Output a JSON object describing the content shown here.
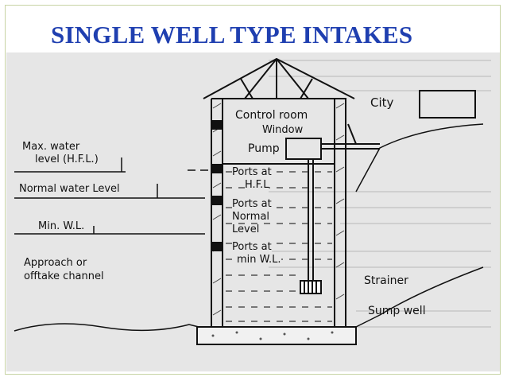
{
  "slide": {
    "title": "SINGLE WELL TYPE INTAKES",
    "title_color": "#1f3fb0"
  },
  "diagram": {
    "labels": {
      "control_room": "Control room",
      "window": "Window",
      "pump": "Pump",
      "city": "City",
      "max_water_level_1": "Max. water",
      "max_water_level_2": "level (H.F.L.)",
      "normal_water_level": "Normal water Level",
      "ports_hfl_1": "Ports at",
      "ports_hfl_2": "H.F.L",
      "ports_normal_1": "Ports at",
      "ports_normal_2": "Normal",
      "ports_normal_3": "Level",
      "min_wl": "Min. W.L.",
      "ports_min_1": "Ports at",
      "ports_min_2": "min W.L.",
      "approach_1": "Approach or",
      "approach_2": "offtake channel",
      "strainer": "Strainer",
      "sump_well": "Sump well"
    }
  }
}
